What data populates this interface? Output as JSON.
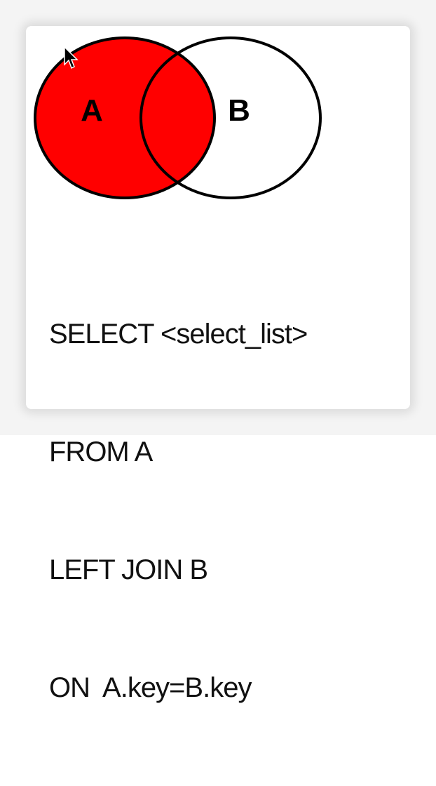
{
  "diagram": {
    "set_a_label": "A",
    "set_b_label": "B",
    "fill_color": "#ff0000",
    "stroke_color": "#000000"
  },
  "sql": {
    "line1": "SELECT <select_list>",
    "line2": "FROM A",
    "line3": "LEFT JOIN B",
    "line4": "ON  A.key=B.key"
  },
  "icons": {
    "cursor": "mouse-pointer-icon"
  }
}
